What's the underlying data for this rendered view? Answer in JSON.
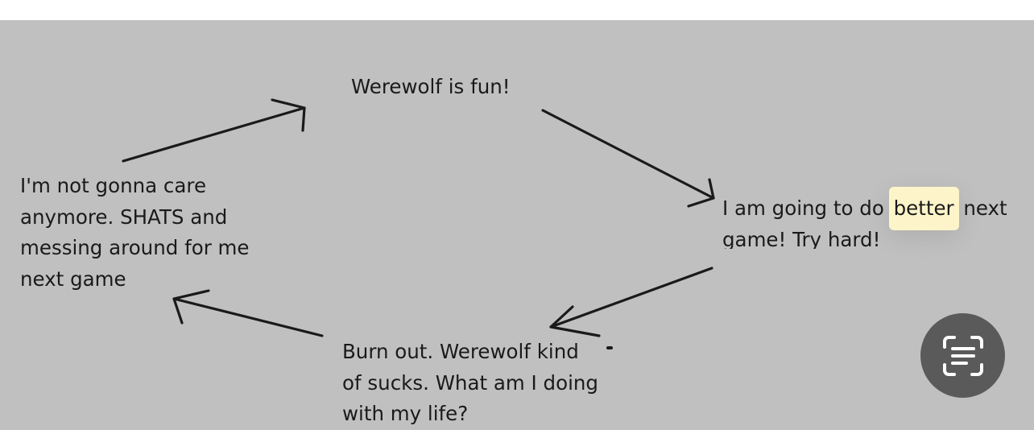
{
  "diagram": {
    "nodes": {
      "top": "Werewolf is fun!",
      "right": {
        "before": "I am going to do ",
        "highlighted": "better",
        "after": " next",
        "line2": "game! Try hard!"
      },
      "bottom": {
        "line1": "Burn out. Werewolf kind",
        "line2": "of sucks. What am I doing",
        "line3": "with my life?"
      },
      "left": {
        "line1": "I'm not gonna care",
        "line2": "anymore. SHATS and",
        "line3": "messing around for me",
        "line4": "next game"
      }
    },
    "edges": [
      {
        "from": "top",
        "to": "right"
      },
      {
        "from": "right",
        "to": "bottom"
      },
      {
        "from": "bottom",
        "to": "left"
      },
      {
        "from": "left",
        "to": "top"
      }
    ],
    "colors": {
      "background": "#c0c0c0",
      "ink": "#1a1a1a",
      "highlight": "#fdf5c9",
      "button": "#5a5a5a"
    }
  },
  "ui": {
    "scan_button_icon": "text-scan-icon"
  }
}
